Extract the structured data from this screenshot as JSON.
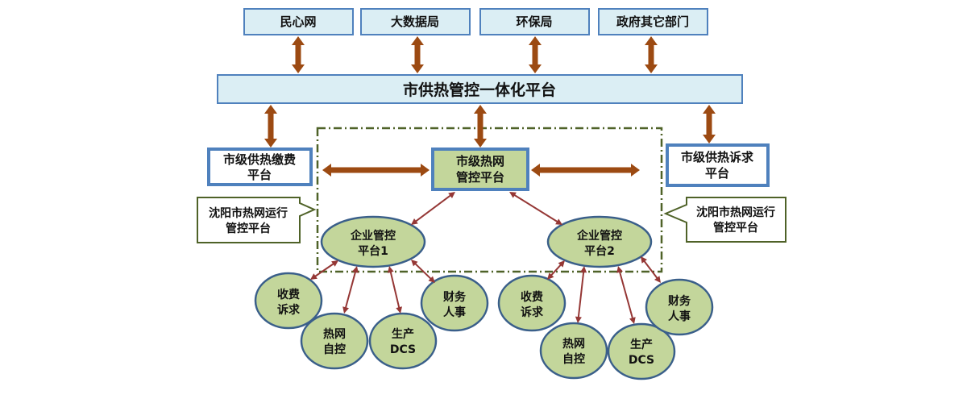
{
  "top_boxes": [
    {
      "label": "民心网"
    },
    {
      "label": "大数据局"
    },
    {
      "label": "环保局"
    },
    {
      "label": "政府其它部门"
    }
  ],
  "main_platform": {
    "label": "市供热管控一体化平台"
  },
  "left_box": {
    "line1": "市级供热缴费",
    "line2": "平台"
  },
  "center_box": {
    "line1": "市级热网",
    "line2": "管控平台"
  },
  "right_box": {
    "line1": "市级供热诉求",
    "line2": "平台"
  },
  "callout_left": {
    "line1": "沈阳市热网运行",
    "line2": "管控平台"
  },
  "callout_right": {
    "line1": "沈阳市热网运行",
    "line2": "管控平台"
  },
  "enterprise_1": {
    "title": {
      "line1": "企业管控",
      "line2": "平台1"
    },
    "nodes": [
      {
        "line1": "收费",
        "line2": "诉求"
      },
      {
        "line1": "热网",
        "line2": "自控"
      },
      {
        "line1": "生产",
        "line2": "DCS"
      },
      {
        "line1": "财务",
        "line2": "人事"
      }
    ]
  },
  "enterprise_2": {
    "title": {
      "line1": "企业管控",
      "line2": "平台2"
    },
    "nodes": [
      {
        "line1": "收费",
        "line2": "诉求"
      },
      {
        "line1": "热网",
        "line2": "自控"
      },
      {
        "line1": "生产",
        "line2": "DCS"
      },
      {
        "line1": "财务",
        "line2": "人事"
      }
    ]
  },
  "colors": {
    "box_fill": "#dbeef4",
    "box_stroke": "#4f81bd",
    "center_fill": "#c3d69b",
    "node_fill": "#c3d69b",
    "node_stroke": "#3a5f8a",
    "big_arrow": "#9c4a12",
    "thin_arrow": "#953735",
    "dash_border": "#4f6228",
    "callout_stroke": "#4f6228"
  }
}
